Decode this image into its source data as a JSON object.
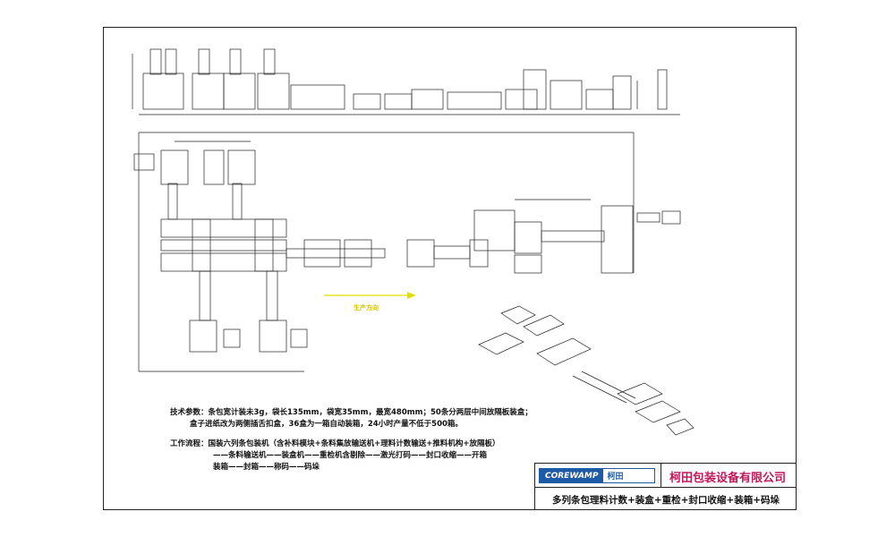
{
  "specs": {
    "line1": "技术参数：条包宽计装未3g，袋长135mm，袋宽35mm，最宽480mm；50条分两层中间放隔板装盒；",
    "line2": "盒子进纸改为两侧插舌扣盒，36盒为一箱自动装箱，24小时产量不低于500箱。"
  },
  "process": {
    "line1": "工作流程：国装六列条包装机（含补料模块+条料集放输送机+理料计数输送+推料机构+放隔板）",
    "line2": "——条料输送机——装盒机——重检机含剔除——激光打码——封口收缩——开箱",
    "line3": "装箱——封箱——称码——码垛"
  },
  "direction_label": "生产方向",
  "title_block": {
    "brand": "COREWAMP",
    "brand_cn": "柯田",
    "company": "柯田包装设备有限公司",
    "drawing_title": "多列条包理料计数+装盒+重检+封口收缩+装箱+码垛"
  },
  "colors": {
    "line": "#222222",
    "direction": "#e0e000",
    "company": "#c2185b",
    "brand": "#1f5aa6"
  }
}
